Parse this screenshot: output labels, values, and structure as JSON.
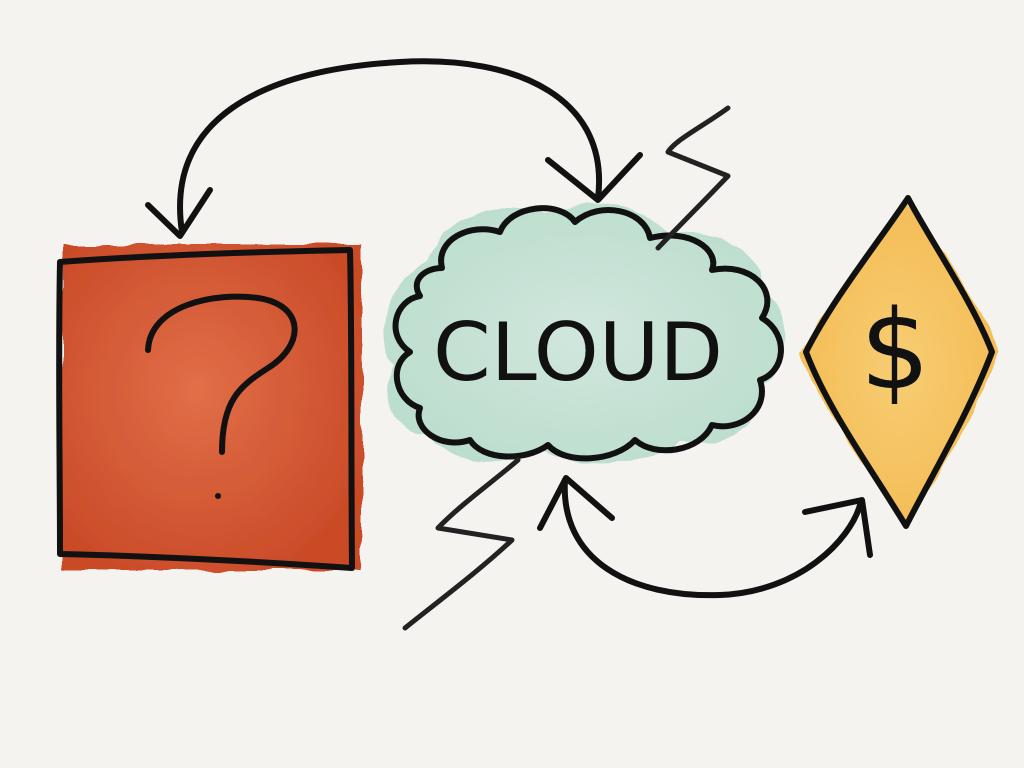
{
  "diagram": {
    "nodes": [
      {
        "id": "unknown",
        "shape": "square",
        "symbol": "?",
        "fill_color": "#c9431f",
        "fill_highlight": "#e0683f"
      },
      {
        "id": "cloud",
        "shape": "cloud",
        "label": "CLOUD",
        "fill_color": "#b8dccb",
        "fill_highlight": "#cfe7dc"
      },
      {
        "id": "money",
        "shape": "diamond",
        "symbol": "$",
        "fill_color": "#f4b84a",
        "fill_highlight": "#f8cb6c"
      }
    ],
    "connections": [
      {
        "from": "unknown",
        "to": "cloud",
        "type": "bidirectional-arrow",
        "position": "top"
      },
      {
        "from": "cloud",
        "to": "money",
        "type": "bidirectional-arrow",
        "position": "bottom"
      }
    ],
    "decorations": [
      "lightning-bolt-top",
      "lightning-bolt-bottom"
    ],
    "background_color": "#f4f3f0",
    "stroke_color": "#111111"
  }
}
